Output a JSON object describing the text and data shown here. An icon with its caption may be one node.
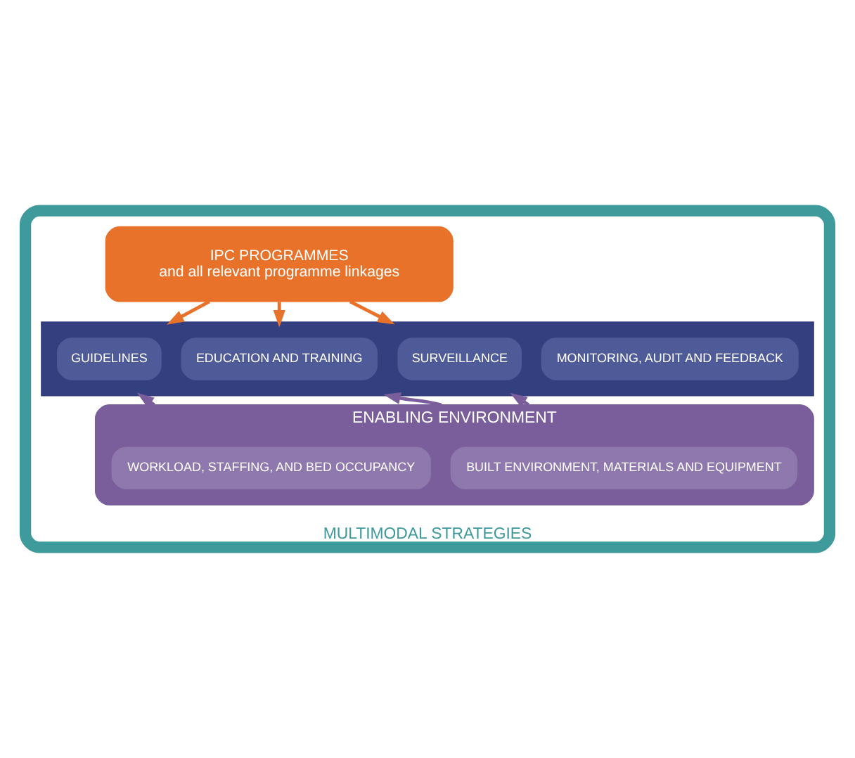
{
  "diagram": {
    "nodes": [
      {
        "text": [
          "MULTIMODAL STRATEGIES"
        ]
      },
      {
        "text": [
          "IPC PROGRAMMES",
          "and all relevant programme linkages"
        ],
        "in": 0
      },
      {
        "text": [],
        "shape": "bar",
        "in": 0
      },
      {
        "text": [
          "GUIDELINES"
        ],
        "in": 2
      },
      {
        "text": [
          "EDUCATION AND TRAINING"
        ],
        "in": 2
      },
      {
        "text": [
          "SURVEILLANCE"
        ],
        "in": 2
      },
      {
        "text": [
          "MONITORING, AUDIT AND FEEDBACK"
        ],
        "in": 2
      },
      {
        "text": [
          "ENABLING ENVIRONMENT"
        ],
        "in": 0
      },
      {
        "text": [
          "WORKLOAD, STAFFING, AND BED OCCUPANCY"
        ],
        "in": 7
      },
      {
        "text": [
          "BUILT ENVIRONMENT, MATERIALS AND EQUIPMENT"
        ],
        "in": 7
      }
    ],
    "edges": [
      {
        "from": 1,
        "to": 2,
        "arrow": "to",
        "color": "#e8722a"
      },
      {
        "from": 1,
        "to": 2,
        "arrow": "to",
        "color": "#e8722a"
      },
      {
        "from": 1,
        "to": 2,
        "arrow": "to",
        "color": "#e8722a"
      },
      {
        "from": 7,
        "to": 2,
        "arrow": "to",
        "color": "#7a5e9b"
      },
      {
        "from": 7,
        "to": 2,
        "arrow": "to",
        "color": "#7a5e9b"
      },
      {
        "from": 7,
        "to": 2,
        "arrow": "to",
        "color": "#7a5e9b"
      }
    ]
  }
}
